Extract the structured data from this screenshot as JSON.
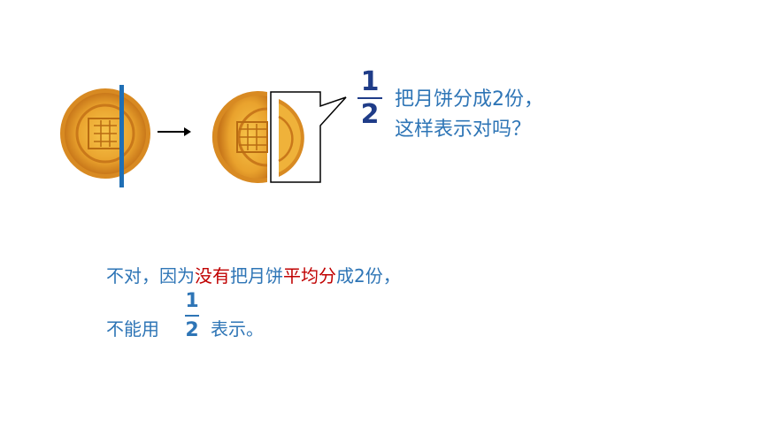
{
  "colors": {
    "blue_text": "#2e75b6",
    "dark_blue": "#1f3c88",
    "red_text": "#c00000",
    "cut_line": "#1f6fb5",
    "cake_light": "#f2b233",
    "cake_dark": "#c9781a"
  },
  "question": {
    "numerator": "1",
    "denominator": "2",
    "line1": "把月饼分成2份，",
    "line2": "这样表示对吗？"
  },
  "answer": {
    "line1_a": "不对，因为",
    "line1_b": "没有",
    "line1_c": "把月饼",
    "line1_d": "平均分",
    "line1_e": "成2份，",
    "line2_a": "不能用",
    "numerator": "1",
    "denominator": "2",
    "line2_b": "表示。"
  }
}
